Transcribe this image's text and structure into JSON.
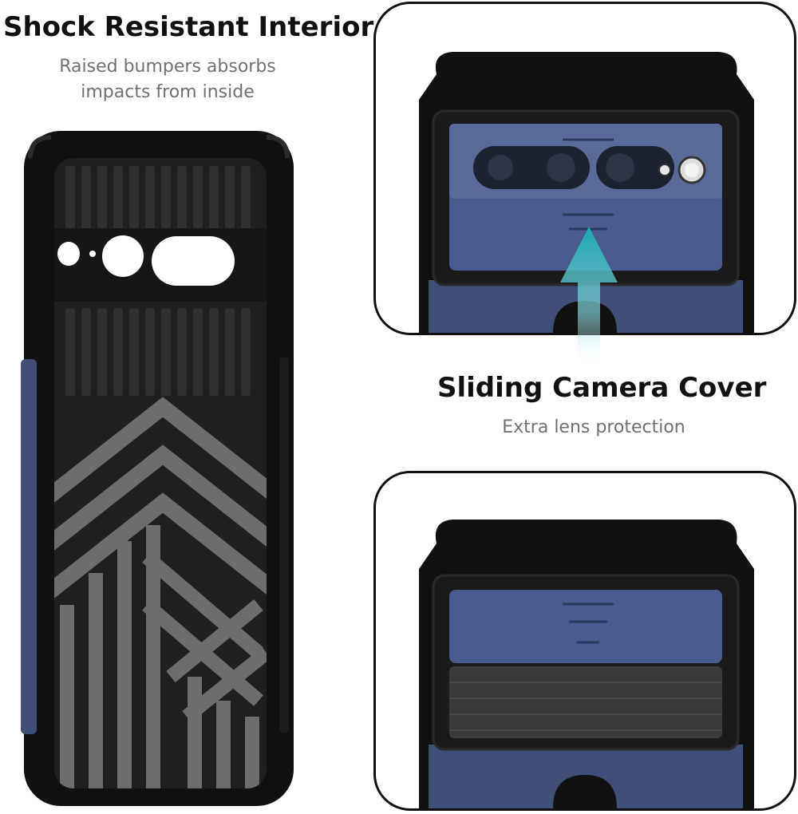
{
  "left_feature": {
    "title": "Shock Resistant Interior",
    "subtitle_line1": "Raised bumpers absorbs",
    "subtitle_line2": "impacts from inside"
  },
  "right_feature": {
    "title": "Sliding Camera Cover",
    "subtitle": "Extra lens protection"
  },
  "colors": {
    "case_black": "#111111",
    "interior_gray": "#6d6d6d",
    "accent_navy": "#3f4f78",
    "slider_blue": "#4a5b8f",
    "arrow_teal": "#1aa8b0",
    "subtitle_gray": "#707070"
  },
  "icons": {
    "arrow": "up-arrow-icon"
  }
}
